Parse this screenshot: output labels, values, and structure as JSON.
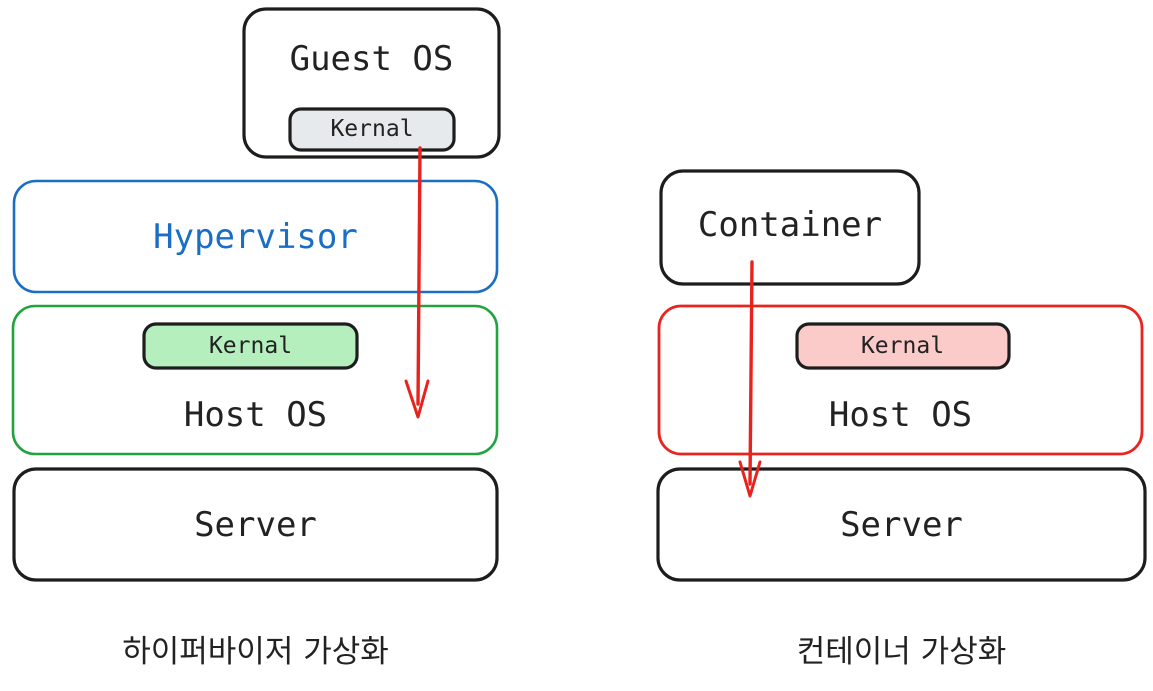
{
  "diagram": {
    "title_semantics": "hypervisor-vs-container-virtualization",
    "colors": {
      "black_stroke": "#1d1d1d",
      "blue_stroke": "#1a6fc4",
      "green_stroke": "#22a340",
      "red_stroke": "#e8241f",
      "arrow_red": "#e8231d",
      "kernel_gray_fill": "#e7eaec",
      "kernel_green_fill": "#b5efbd",
      "kernel_pink_fill": "#facbc9",
      "text_dark": "#222222",
      "background": "#ffffff"
    },
    "left_column": {
      "caption": "하이퍼바이저 가상화",
      "boxes": [
        {
          "id": "guest-os",
          "label": "Guest OS",
          "stroke": "black",
          "fill": "none"
        },
        {
          "id": "kernal-guest",
          "label": "Kernal",
          "stroke": "black",
          "fill": "#e7eaec"
        },
        {
          "id": "hypervisor",
          "label": "Hypervisor",
          "stroke": "blue",
          "fill": "none"
        },
        {
          "id": "kernal-host-left",
          "label": "Kernal",
          "stroke": "black",
          "fill": "#b5efbd"
        },
        {
          "id": "host-os-left",
          "label": "Host OS",
          "stroke": "green",
          "fill": "none"
        },
        {
          "id": "server-left",
          "label": "Server",
          "stroke": "black",
          "fill": "none"
        }
      ],
      "arrow": {
        "from": "kernal-guest",
        "to": "host-os-left",
        "color": "#e8231d"
      }
    },
    "right_column": {
      "caption": "컨테이너 가상화",
      "boxes": [
        {
          "id": "container",
          "label": "Container",
          "stroke": "black",
          "fill": "none"
        },
        {
          "id": "kernal-host-right",
          "label": "Kernal",
          "stroke": "black",
          "fill": "#facbc9"
        },
        {
          "id": "host-os-right",
          "label": "Host OS",
          "stroke": "red",
          "fill": "none"
        },
        {
          "id": "server-right",
          "label": "Server",
          "stroke": "black",
          "fill": "none"
        }
      ],
      "arrow": {
        "from": "container",
        "to": "server-right",
        "color": "#e8231d"
      }
    }
  }
}
